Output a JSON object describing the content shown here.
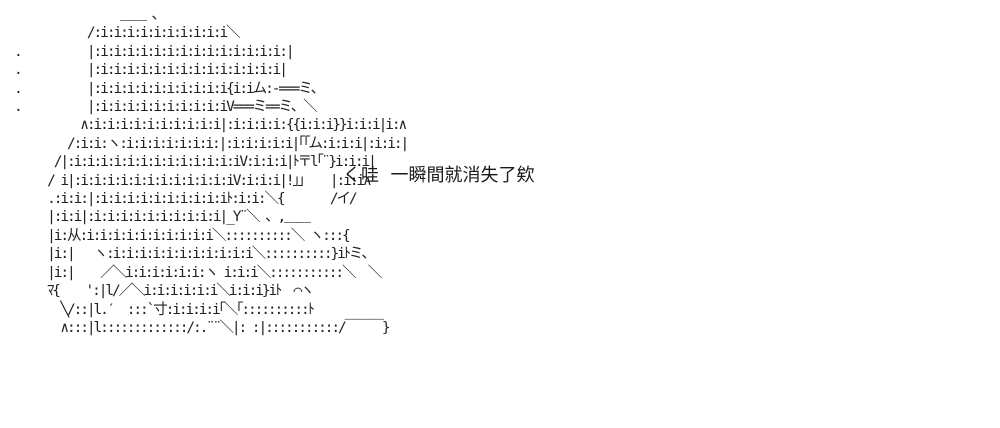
{
  "ascii_art": {
    "lines": [
      "                ＿＿ 、",
      "           /:i:i:i:i:i:i:i:i:i:i＼",
      ".          |:i:i:i:i:i:i:i:i:i:i:i:i:i:i:|",
      ".          |:i:i:i:i:i:i:i:i:i:i:i:i:i:i|",
      ".          |:i:i:i:i:i:i:i:i:i:i{i:iム:-===ミ、",
      ".          |:i:i:i:i:i:i:i:i:i:iV===ミ==ミ、＼",
      "          ∧:i:i:i:i:i:i:i:i:i:i|:i:i:i:i:{{i:i:i}}i:i:i|i:∧",
      "        /:i:i:ヽ:i:i:i:i:i:i:i:|:i:i:i:i:i|｢｢ム:i:i:i|:i:i:|",
      "      /|:i:i:i:i:i:i:i:i:i:i:i:i:iV:i:i:i|ﾄ〒l｢¨}i:i:i|",
      "     / i|:i:i:i:i:i:i:i:i:i:i:i:iV:i:i:i|!」」   |:i:i∧",
      "     .:i:i:|:i:i:i:i:i:i:i:i:i:iﾄ:i:i:＼{       /イ/",
      "     |:i:i|:i:i:i:i:i:i:i:i:i:i|_Y¨＼ 、,＿＿",
      "     |i:从:i:i:i:i:i:i:i:i:i:i＼::::::::::＼ ヽ:::{",
      "     |i:|   ヽ:i:i:i:i:i:i:i:i:i:i:i＼::::::::::}iﾄミ、",
      "     |i:|    ／＼i:i:i:i:i:i:ヽ i:i:i＼:::::::::::＼  ＼",
      "     ﾏ{    ':|l/／＼i:i:i:i:i:i＼i:i:i}iﾄ  ⌒ヽ",
      "       ╲/::|l.′  :::`寸:i:i:i:i｢＼｢::::::::::ﾄ",
      "       ∧:::|l:::::::::::::/:.¨¨＼|: :|:::::::::::/￣￣￣}"
    ]
  },
  "caption": {
    "text": "く哇  一瞬間就消失了欸"
  }
}
